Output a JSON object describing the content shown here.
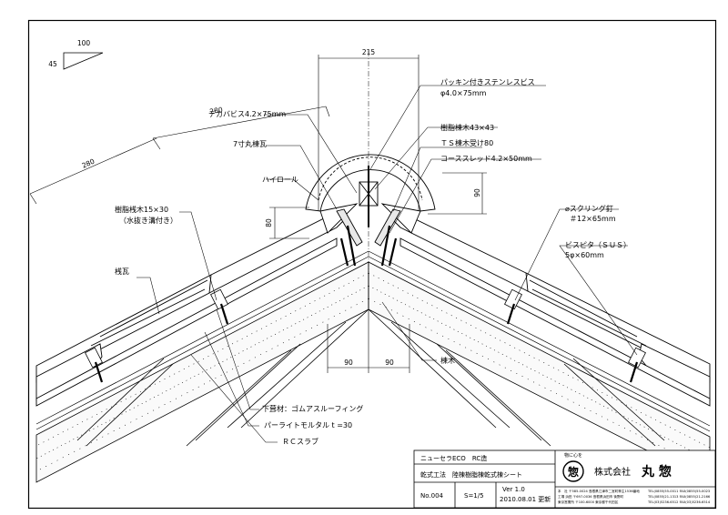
{
  "slope": {
    "run": "100",
    "rise": "45"
  },
  "dimensions": {
    "ridge_width": "215",
    "rafter_upper": "280",
    "rafter_outer": "280",
    "height_left": "80",
    "height_right": "90",
    "half_left": "90",
    "half_right": "90"
  },
  "labels": {
    "packing_screw_1": "パッキン付きステンレスビス",
    "packing_screw_2": "φ4.0×75mm",
    "deca_screw": "デカバビス4.2×75mm",
    "resin_ridge_wood": "樹脂棟木43×43",
    "round_ridge_tile": "7寸丸棟瓦",
    "ts_ridge_holder": "ＴＳ棟木受け80",
    "coarse_thread": "コーススレッド4.2×50mm",
    "high_roll": "ハイロール",
    "resin_batten_1": "樹脂桟木15×30",
    "resin_batten_2": "（水抜き溝付き）",
    "ring_nail_1": "⌀スクリング釘",
    "ring_nail_2": "＃12×65mm",
    "bispita_1": "ビスピタ（ＳＵＳ）",
    "bispita_2": "5φ×60mm",
    "sangawara": "桟瓦",
    "munagi": "棟木",
    "underlay": "下葺材：ゴムアスルーフィング",
    "perlite_mortar": "パーライトモルタル t =30",
    "rc_slab": "ＲＣスラブ"
  },
  "title_block": {
    "project": "ニューセラECO　RC造",
    "drawing_title": "乾式工法　陸棟樹脂棟乾式棟シート",
    "number": "No.004",
    "scale": "S=1/5",
    "version": "Ver 1.0",
    "date": "2010.08.01 更新",
    "logo_caption": "物に心を",
    "logo_char": "惣",
    "company_prefix": "株式会社",
    "company_name": "丸 惣",
    "addr_1": "本　社 〒585-0024 島根県江津市二宮町神主1536番地",
    "addr_2": "工場 浜田 〒697-0036 島根県浜田市 後野町",
    "addr_3": "東京営業所 〒100-6000 東京都千代田区",
    "tel_1": "TEL(0855)55-0011 FAX(0855)55-0023",
    "tel_2": "TEL(0855)21-1313 FAX(0855)21-2166",
    "tel_3": "TEL(03)5236-6512 FAX(03)5236-6514"
  }
}
